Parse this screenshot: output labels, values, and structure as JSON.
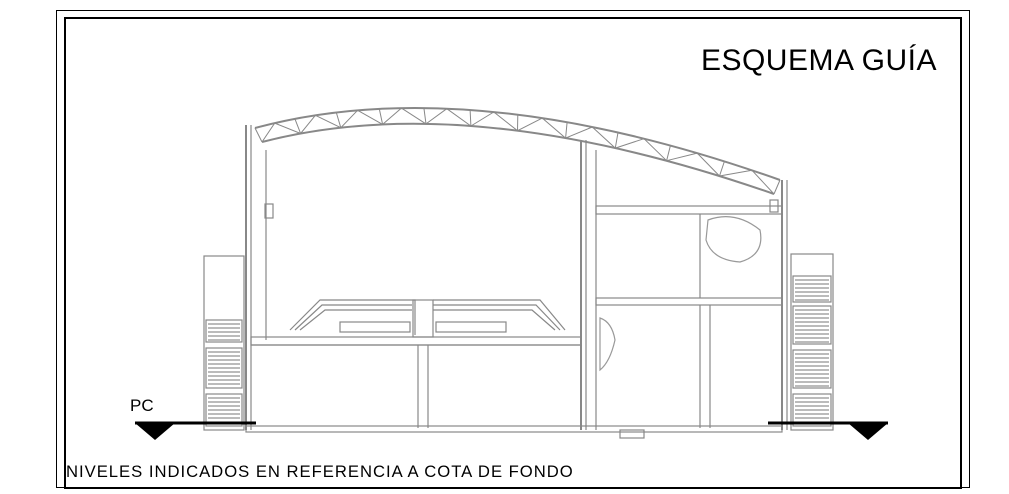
{
  "drawing": {
    "title": "ESQUEMA GUÍA",
    "level_marker": "PC",
    "footer_note": "NIVELES INDICADOS EN REFERENCIA A COTA DE FONDO"
  },
  "colors": {
    "line": "#000000",
    "section_gray": "#888888",
    "background": "#ffffff"
  },
  "symbols": {
    "left_level": "triangle-down-level-icon",
    "right_level": "triangle-down-level-icon"
  }
}
